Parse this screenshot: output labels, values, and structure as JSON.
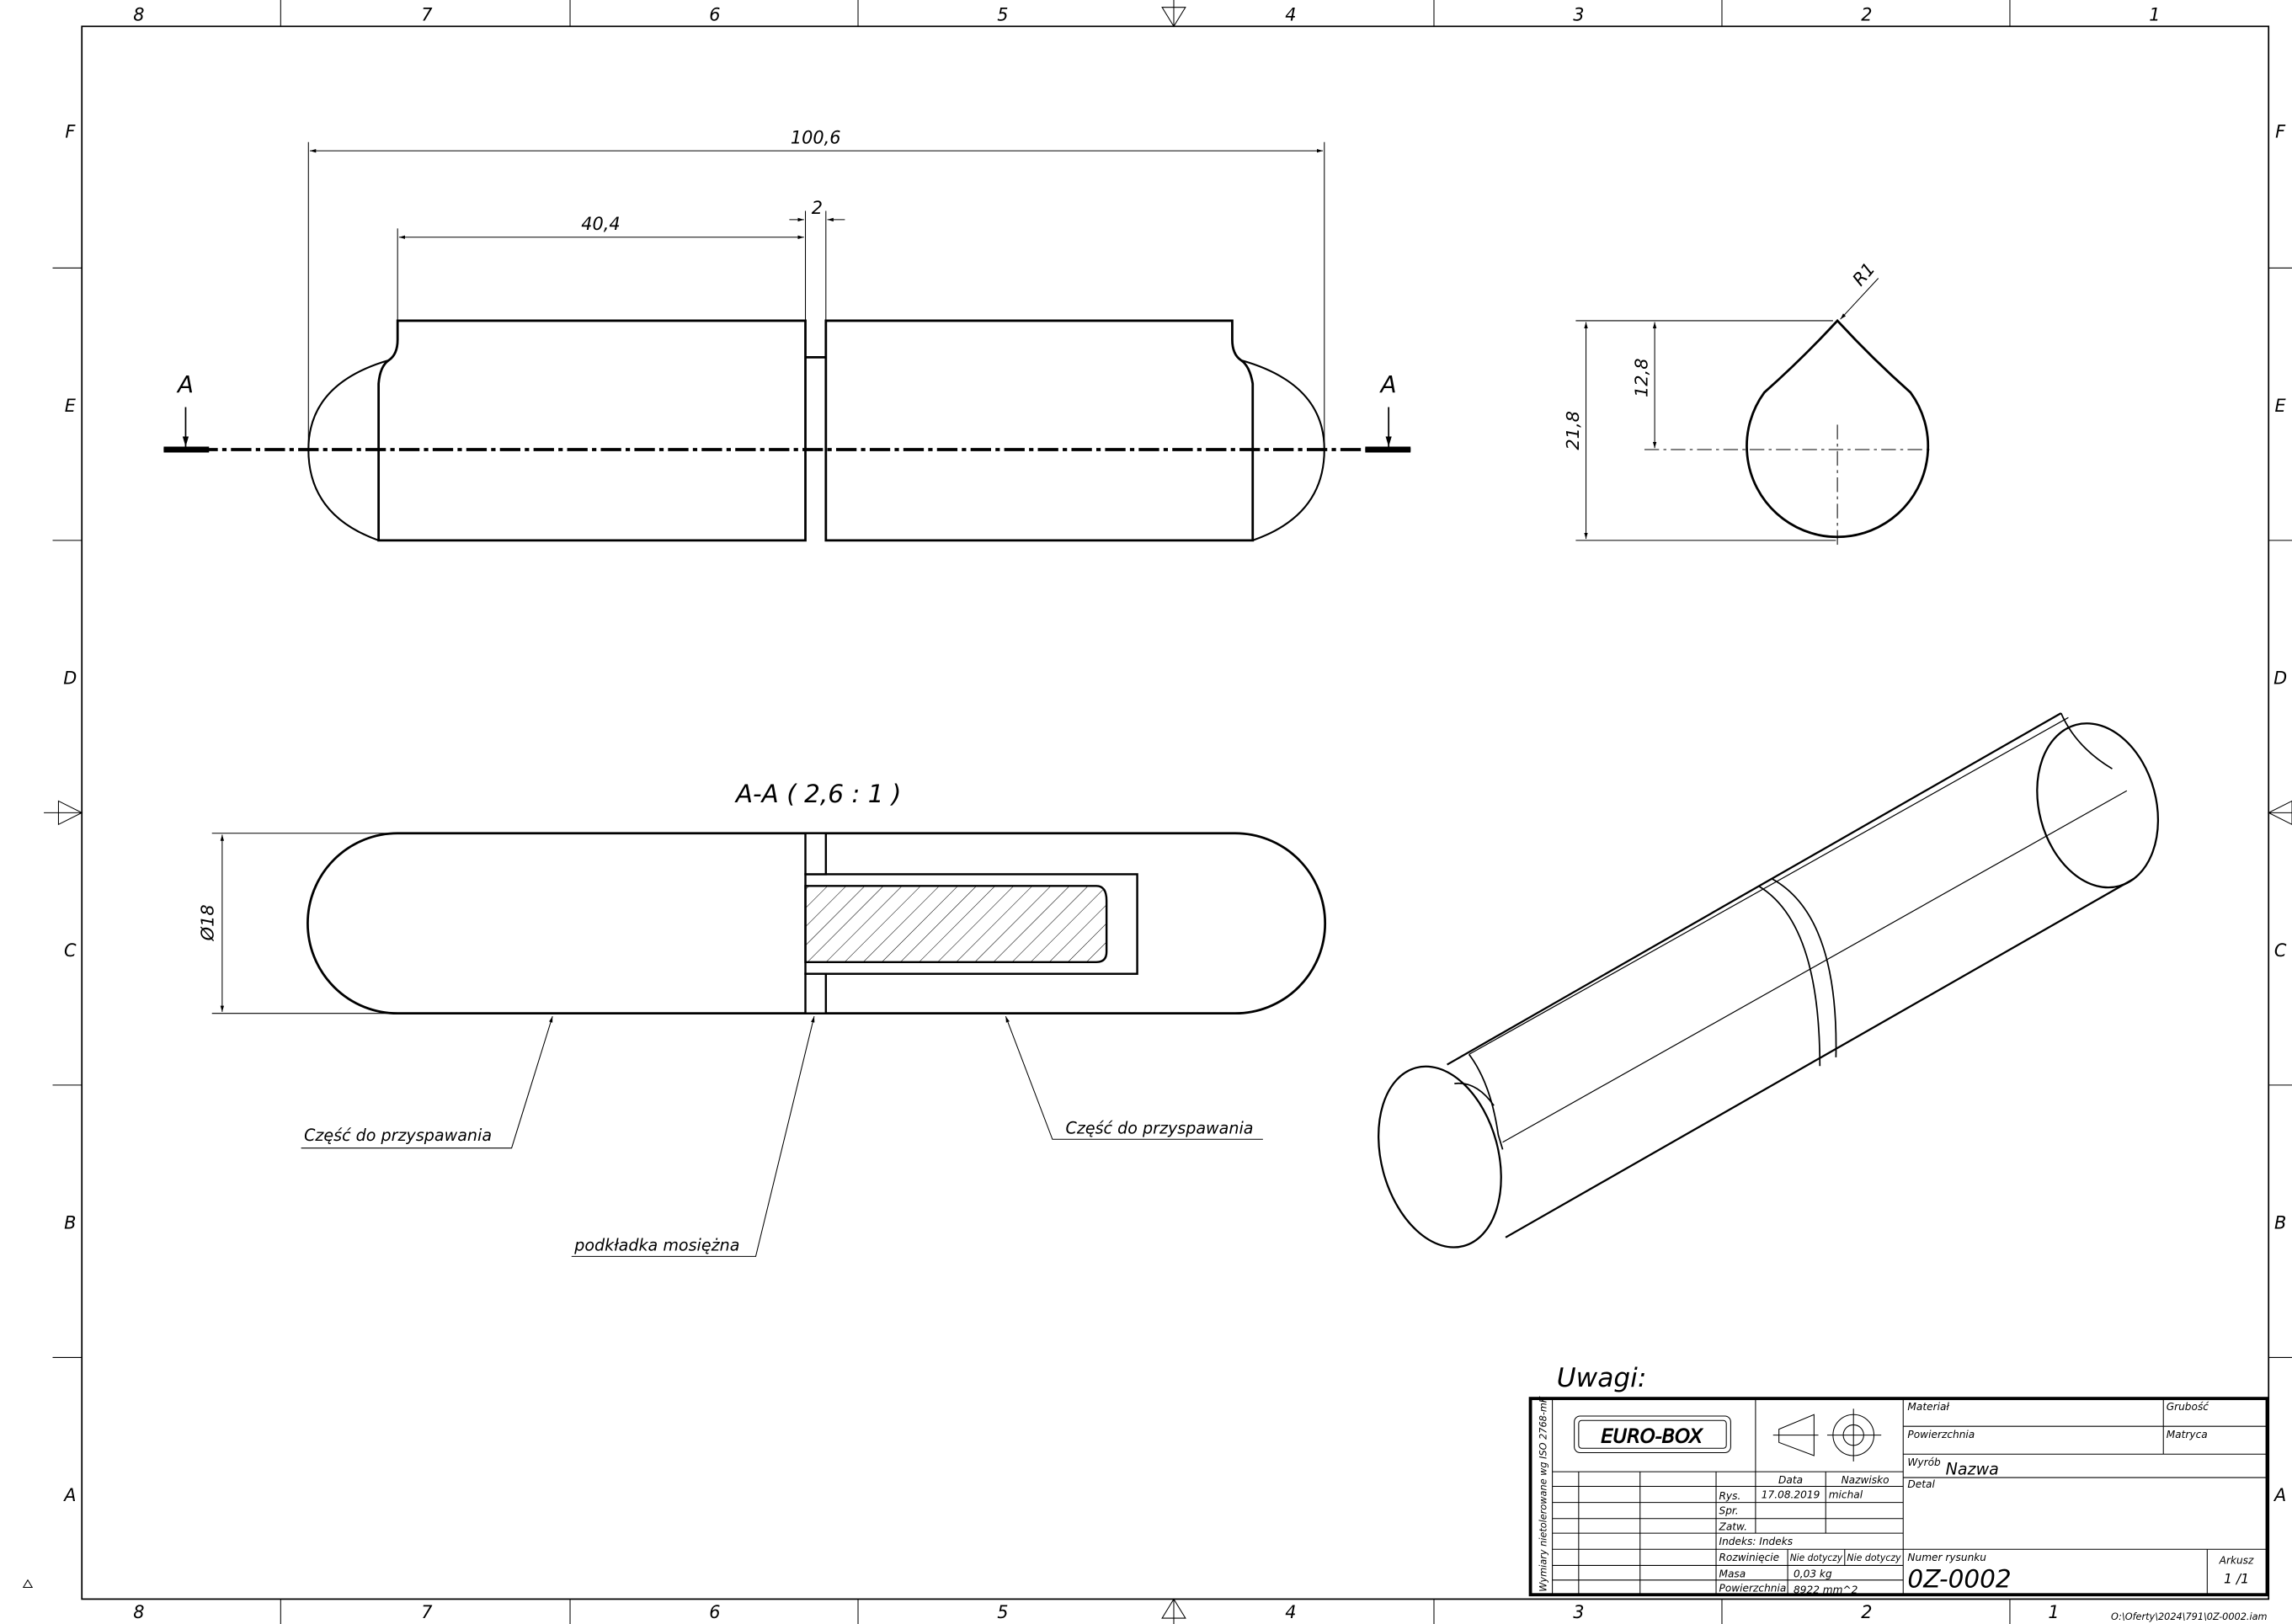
{
  "frame": {
    "columns": [
      "8",
      "7",
      "6",
      "5",
      "4",
      "3",
      "2",
      "1"
    ],
    "rows": [
      "F",
      "E",
      "D",
      "C",
      "B",
      "A"
    ]
  },
  "top_view": {
    "dim_overall": "100,6",
    "dim_left": "40,4",
    "dim_gap": "2",
    "section_mark": "A"
  },
  "side_view": {
    "dim_height": "21,8",
    "dim_center": "12,8",
    "dim_radius": "R1"
  },
  "section_view": {
    "title": "A-A ( 2,6 : 1 )",
    "dim_diameter": "Ø18",
    "callouts": [
      "Część do przyspawania",
      "podkładka mosiężna",
      "Część do przyspawania"
    ]
  },
  "notes_label": "Uwagi:",
  "title_block": {
    "side_note": "Wymiary nietolerowane wg ISO 2768-mK",
    "logo": "EURO-BOX",
    "material_label": "Materiał",
    "thickness_label": "Grubość",
    "surface_label": "Powierzchnia",
    "die_label": "Matryca",
    "product_label": "Wyrób",
    "product_value": "Nazwa",
    "detail_label": "Detal",
    "date_header": "Data",
    "name_header": "Nazwisko",
    "drawn_label": "Rys.",
    "drawn_date": "17.08.2019",
    "drawn_name": "michal",
    "checked_label": "Spr.",
    "approved_label": "Zatw.",
    "index_label": "Indeks: Indeks",
    "unfold_label": "Rozwinięcie",
    "unfold_value1": "Nie dotyczy",
    "unfold_value2": "Nie dotyczy",
    "mass_label": "Masa",
    "mass_value": "0,03 kg",
    "area_label": "Powierzchnia",
    "area_value": "8922 mm^2",
    "drawing_no_label": "Numer rysunku",
    "drawing_no": "0Z-0002",
    "sheet_label": "Arkusz",
    "sheet_value": "1 /1"
  },
  "file_path": "O:\\Oferty\\2024\\791\\0Z-0002.iam"
}
